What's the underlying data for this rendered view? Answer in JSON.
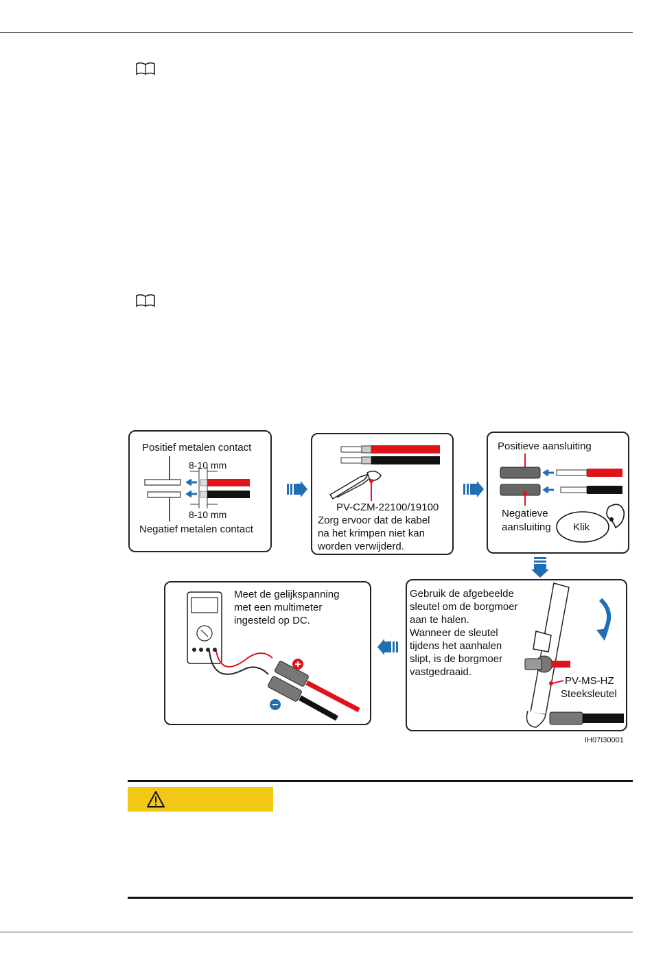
{
  "figure": {
    "panel1": {
      "title": "Positief metalen contact",
      "dim_top": "8-10 mm",
      "dim_bottom": "8-10 mm",
      "bottom": "Negatief metalen contact"
    },
    "panel2": {
      "tool": "PV-CZM-22100/19100",
      "note_1": "Zorg ervoor dat de kabel",
      "note_2": "na het krimpen niet kan",
      "note_3": "worden verwijderd."
    },
    "panel3": {
      "positive": "Positieve aansluiting",
      "negative_1": "Negatieve",
      "negative_2": "aansluiting",
      "click": "Klik"
    },
    "panel4": {
      "line_1": "Gebruik de afgebeelde",
      "line_2": "sleutel om de borgmoer",
      "line_3": "aan te halen.",
      "line_4": "Wanneer de sleutel",
      "line_5": "tijdens het aanhalen",
      "line_6": "slipt, is de borgmoer",
      "line_7": "vastgedraaid.",
      "tool_1": "PV-MS-HZ",
      "tool_2": "Steeksleutel"
    },
    "panel5": {
      "line_1": "Meet de gelijkspanning",
      "line_2": "met een multimeter",
      "line_3": "ingesteld op DC."
    },
    "figure_id": "IH07I30001"
  },
  "colors": {
    "caution": "#f2c814",
    "arrow": "#1f6fb3",
    "red_cable": "#e0131b"
  },
  "icons": [
    "book-icon",
    "warning-icon"
  ]
}
